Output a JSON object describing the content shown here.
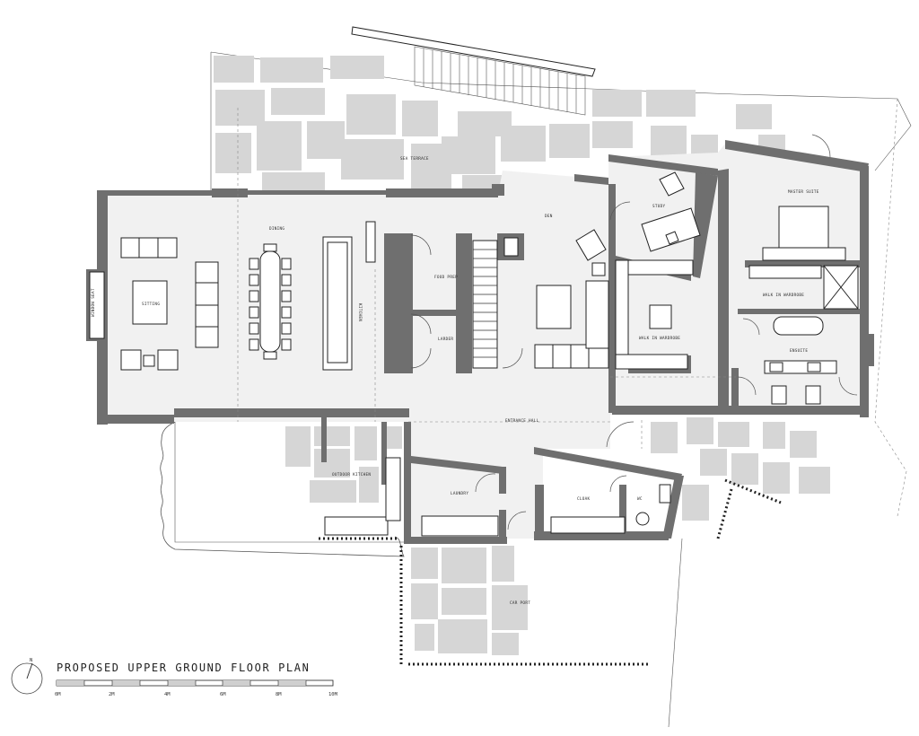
{
  "plan": {
    "title": "PROPOSED UPPER GROUND FLOOR PLAN",
    "north_label": "N",
    "scale_labels": [
      "0M",
      "2M",
      "4M",
      "6M",
      "8M",
      "10M"
    ],
    "rooms": {
      "sitting": "SITTING",
      "window_seat": "WINDOW SEAT",
      "dining": "DINING",
      "kitchen": "KITCHEN",
      "food_prep": "FOOD PREP",
      "larder": "LARDER",
      "den": "DEN",
      "study": "STUDY",
      "master_suite": "MASTER SUITE",
      "walk_in_wardrobe_1": "WALK IN WARDROBE",
      "walk_in_wardrobe_2": "WALK IN WARDROBE",
      "ensuite": "ENSUITE",
      "terrace": "SEA TERRACE",
      "entrance_hall": "ENTRANCE HALL",
      "laundry": "LAUNDRY",
      "cloak": "CLOAK",
      "wc": "WC",
      "outdoor_kitchen": "OUTDOOR KITCHEN",
      "car_port": "CAR PORT"
    }
  },
  "colors": {
    "wall": "#6f6f6f",
    "paving": "#d6d6d6",
    "floor": "#f1f1f1",
    "line": "#222222"
  }
}
